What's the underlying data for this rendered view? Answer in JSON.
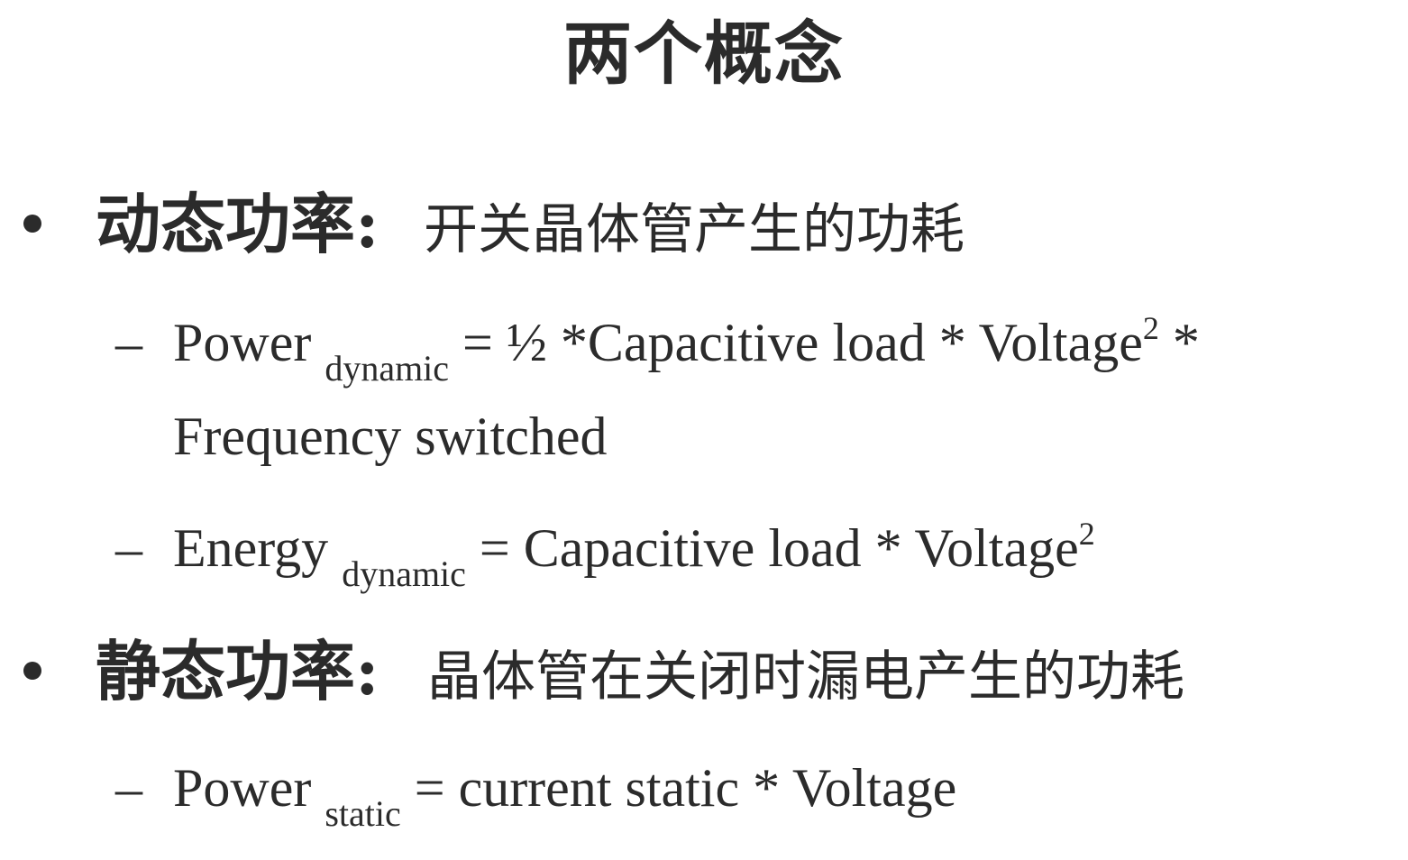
{
  "title": "两个概念",
  "bullets": [
    {
      "heading": "动态功率:",
      "desc": "开关晶体管产生的功耗",
      "subitems": [
        {
          "dash": "–",
          "var": "Power",
          "sub": "dynamic",
          "expr1": "= ½ *Capacitive load * Voltage",
          "sup": "2",
          "expr1_tail": " *",
          "expr2": "Frequency switched"
        },
        {
          "dash": "–",
          "var": "Energy",
          "sub": "dynamic",
          "expr1": "= Capacitive load * Voltage",
          "sup": "2"
        }
      ]
    },
    {
      "heading": "静态功率:",
      "desc": "晶体管在关闭时漏电产生的功耗",
      "subitems": [
        {
          "dash": "–",
          "var": "Power",
          "sub": "static",
          "expr1": "= current static * Voltage"
        }
      ]
    }
  ]
}
